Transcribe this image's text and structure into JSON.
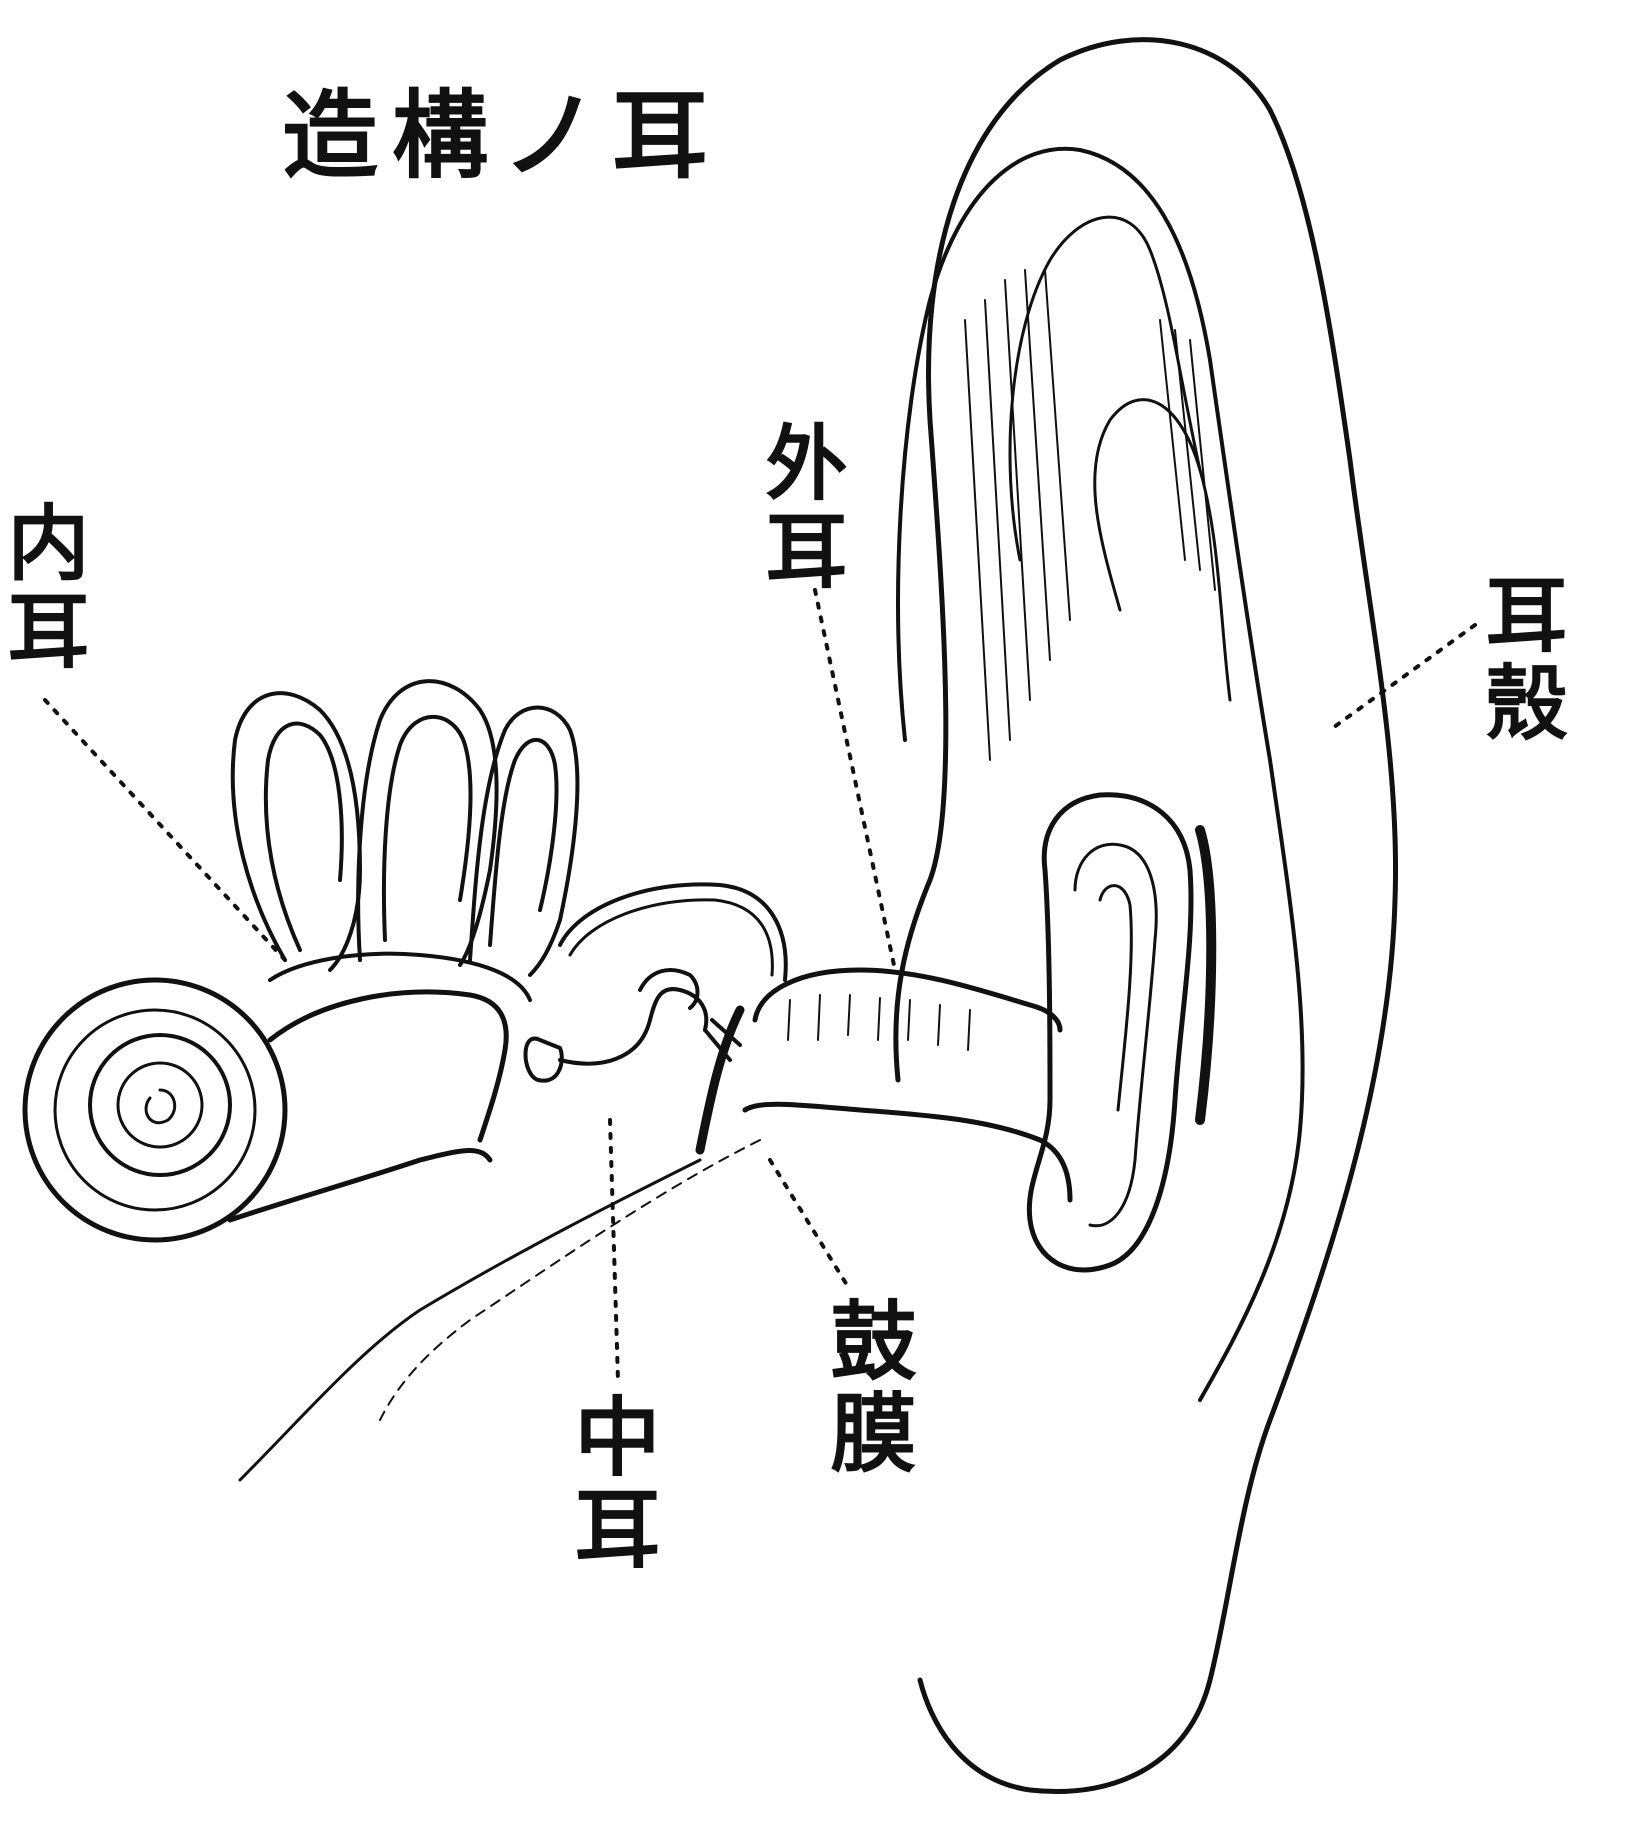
{
  "title": "造構ノ耳",
  "labels": {
    "inner_ear": "内耳",
    "outer_ear": "外耳",
    "auricle": "耳殼",
    "middle_ear": "中耳",
    "eardrum": "鼓膜"
  },
  "colors": {
    "ink": "#111111",
    "paper": "#ffffff"
  }
}
